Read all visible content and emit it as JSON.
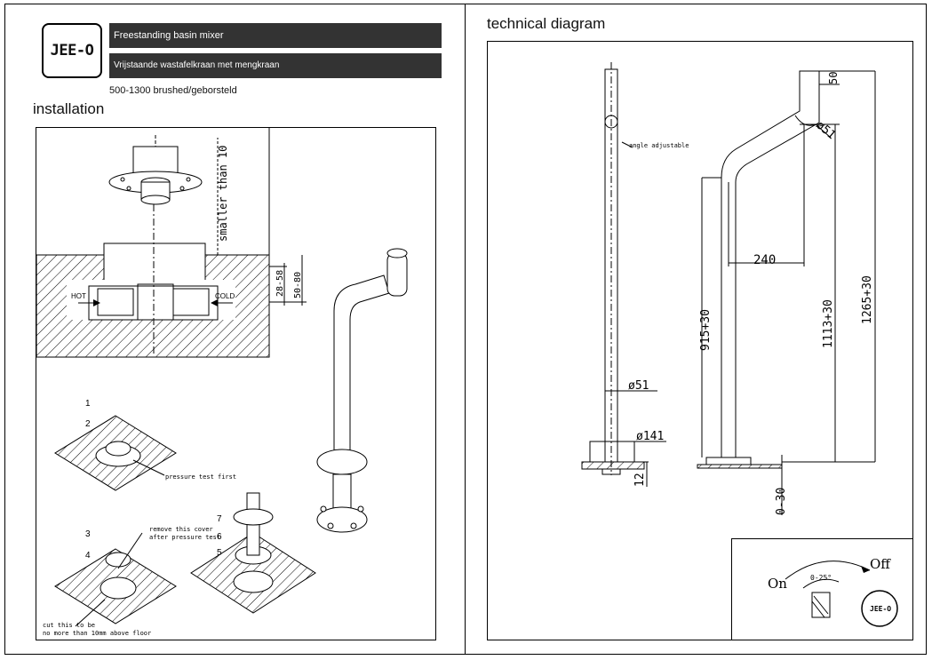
{
  "header": {
    "logo_text": "JEE-O",
    "product_en": "Freestanding basin mixer",
    "product_nl": "Vrijstaande wastafelkraan met mengkraan",
    "variant": "500-1300 brushed/geborsteld"
  },
  "installation": {
    "title": "installation",
    "labels": {
      "smaller_than": "smaller than 10",
      "hot": "HOT",
      "cold": "COLD",
      "dim_28_58": "28-58",
      "dim_50_80": "50-80",
      "pressure_test": "pressure test first",
      "remove_cover_1": "remove this cover",
      "remove_cover_2": "after pressure test",
      "cut_1": "cut this to be",
      "cut_2": "no more than 10mm above floor",
      "step1": "1",
      "step2": "2",
      "step3": "3",
      "step4": "4",
      "step5": "5",
      "step6": "6",
      "step7": "7"
    }
  },
  "technical": {
    "title": "technical diagram",
    "labels": {
      "angle_adjustable": "angle adjustable",
      "d51": "ø51",
      "d141": "ø141",
      "dim_12": "12",
      "dim_50": "50",
      "dim_r51": "ø51",
      "dim_240": "240",
      "dim_915": "915+30",
      "dim_1113": "1113+30",
      "dim_1265": "1265+30",
      "dim_0_30": "0-30",
      "on": "On",
      "off": "Off",
      "angle": "0-25°",
      "mini_logo": "JEE-O"
    }
  }
}
